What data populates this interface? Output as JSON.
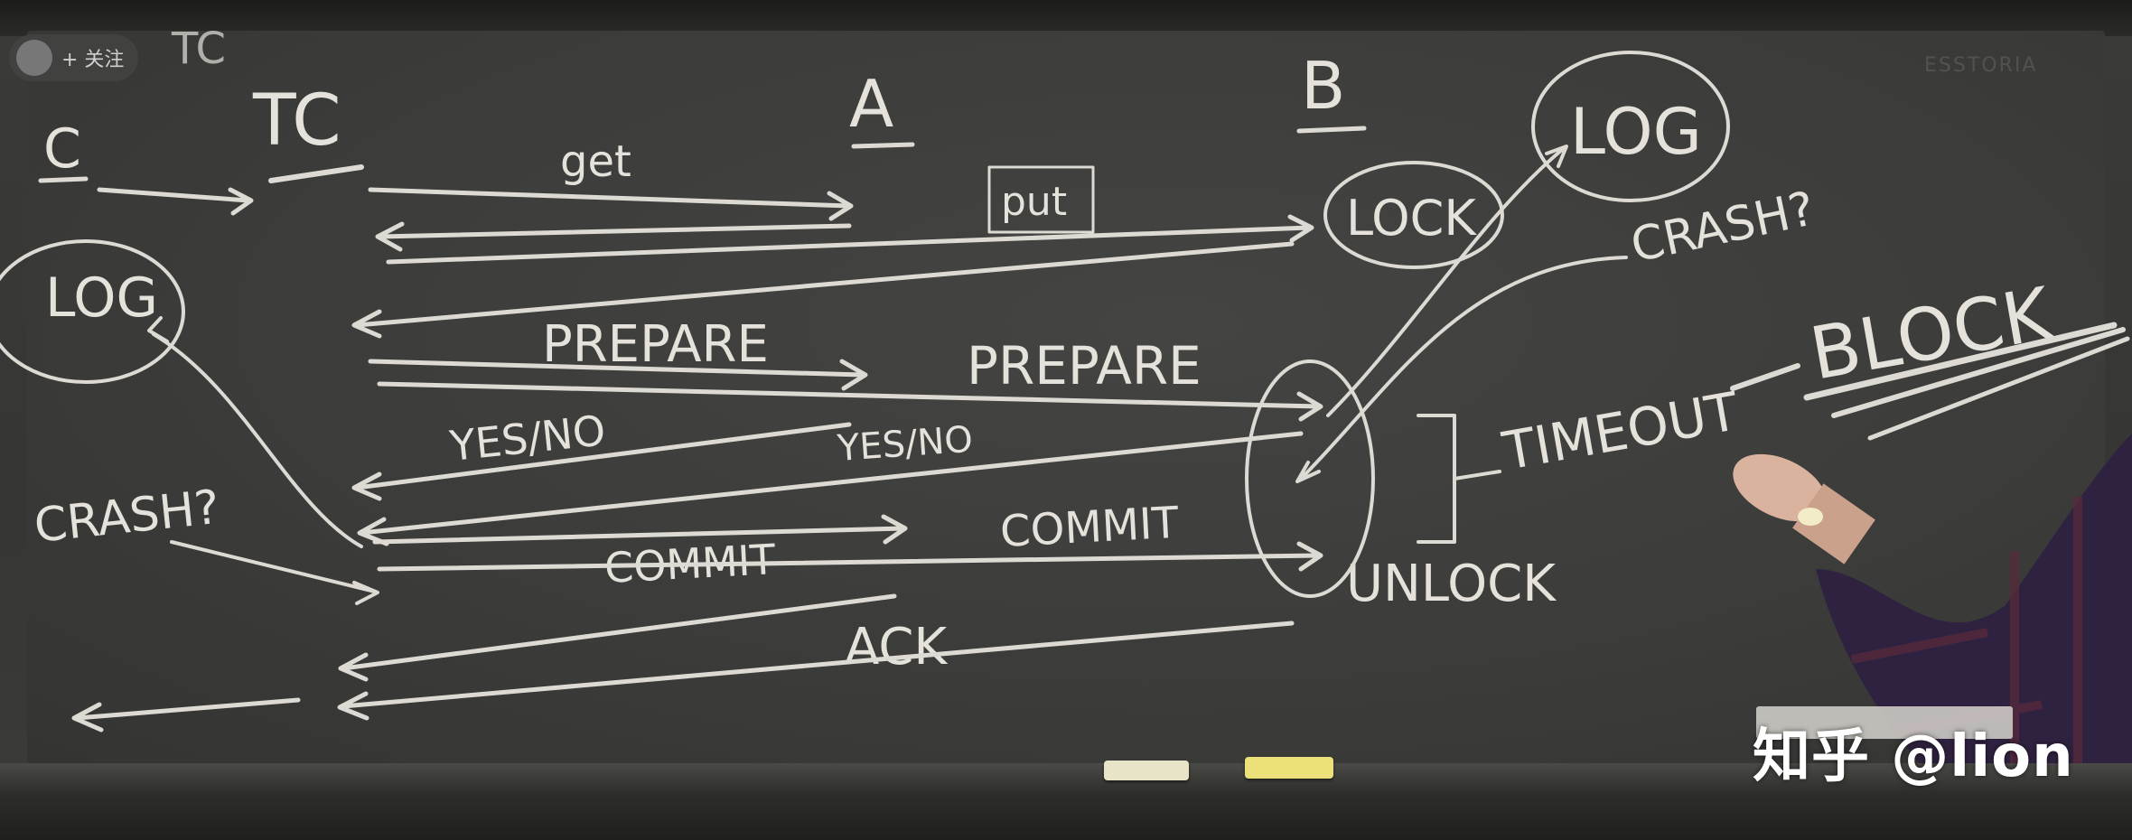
{
  "overlay": {
    "follow_label": "+ 关注",
    "watermark": "知乎 @lion",
    "corner_text": "ESSTORIA"
  },
  "board": {
    "labels": {
      "c": "C",
      "tc": "TC",
      "a": "A",
      "b": "B",
      "log_left": "LOG",
      "log_right": "LOG",
      "lock": "LOCK",
      "put": "put",
      "get": "get",
      "prepare_1": "PREPARE",
      "prepare_2": "PREPARE",
      "yesno_1": "YES/NO",
      "yesno_2": "YES/NO",
      "commit_1": "COMMIT",
      "commit_2": "COMMIT",
      "ack": "ACK",
      "crash_left": "CRASH?",
      "crash_right": "CRASH?",
      "timeout": "TIMEOUT",
      "block": "BLOCK",
      "unlock": "UNLOCK",
      "tc_top": "TC"
    }
  },
  "colors": {
    "chalk": "#e4e2da",
    "board": "#3c3c3a"
  }
}
